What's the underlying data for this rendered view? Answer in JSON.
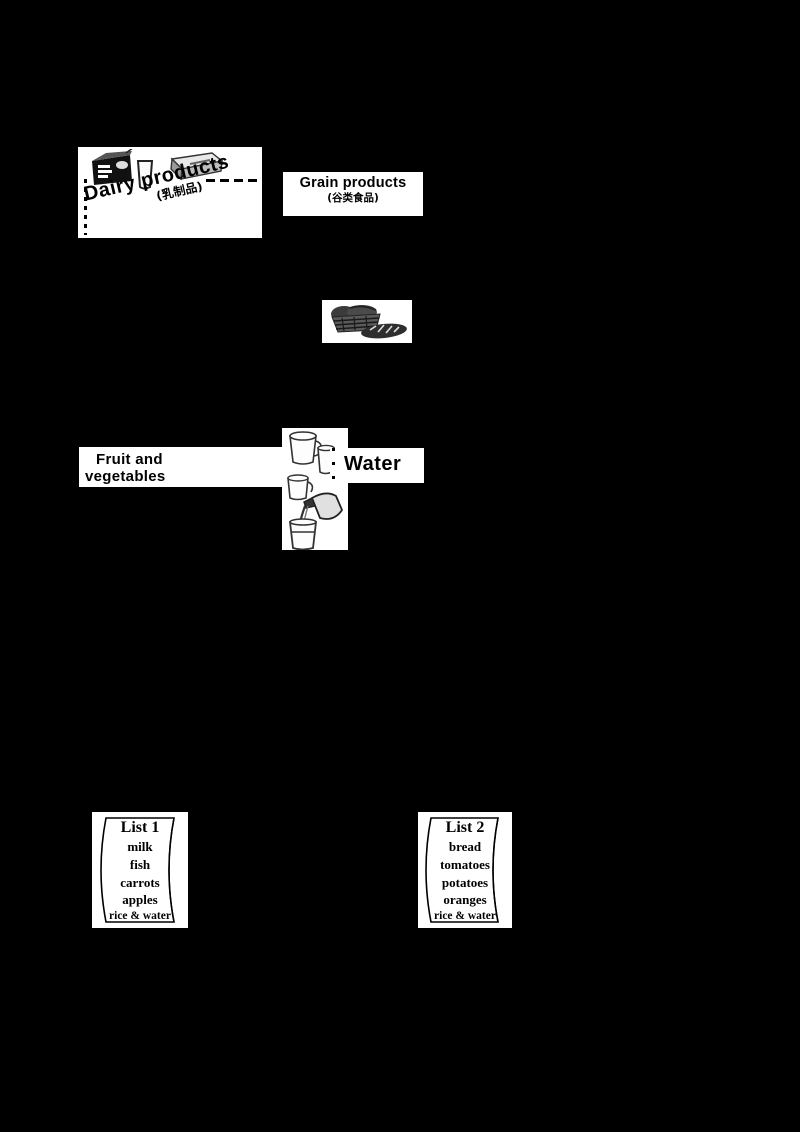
{
  "page": {
    "background_color": "#000000",
    "panel_color": "#ffffff",
    "text_color": "#000000"
  },
  "food_groups": [
    {
      "id": "dairy",
      "label_en": "Dairy  products",
      "label_zh": "(乳制品)",
      "art": "milk-carton-glass-cheese-illustration"
    },
    {
      "id": "grain",
      "label_en": "Grain products",
      "label_zh": "(谷类食品)",
      "art": "bread-rolls-and-baguette-illustration"
    },
    {
      "id": "fruit",
      "label_line1": "Fruit and",
      "label_line2": "vegetables",
      "label_zh": ""
    },
    {
      "id": "water",
      "label_en": "Water",
      "art": "water-jug-glasses-pouring-illustration"
    }
  ],
  "lists": [
    {
      "title": "List 1",
      "items": [
        "milk",
        "fish",
        "carrots",
        "apples"
      ],
      "footer": "rice & water"
    },
    {
      "title": "List 2",
      "items": [
        "bread",
        "tomatoes",
        "potatoes",
        "oranges"
      ],
      "footer": "rice & water"
    }
  ]
}
